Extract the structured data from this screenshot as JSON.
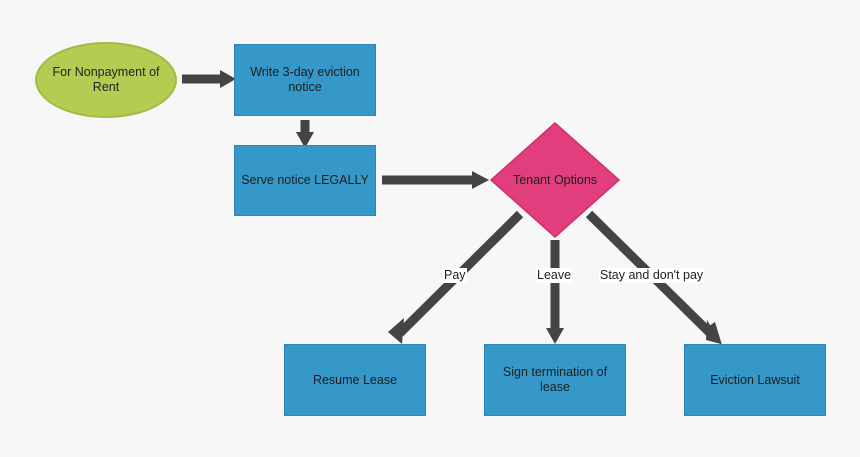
{
  "nodes": {
    "start": "For Nonpayment of Rent",
    "write_notice": "Write 3-day eviction notice",
    "serve_notice": "Serve notice LEGALLY",
    "tenant_options": "Tenant Options",
    "resume_lease": "Resume Lease",
    "sign_termination": "Sign termination of lease",
    "eviction_lawsuit": "Eviction Lawsuit"
  },
  "edge_labels": {
    "pay": "Pay",
    "leave": "Leave",
    "stay": "Stay and don't pay"
  },
  "colors": {
    "rect_fill": "#3598c8",
    "oval_fill": "#b3cc52",
    "diamond_fill": "#e23e7e",
    "arrow": "#444444",
    "background": "#f7f7f7"
  }
}
